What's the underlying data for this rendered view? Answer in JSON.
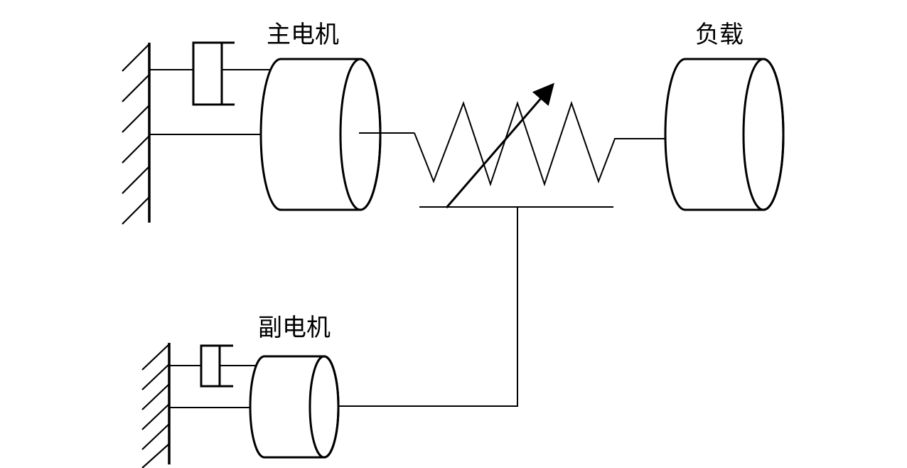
{
  "labels": {
    "main_motor": "主电机",
    "secondary_motor": "副电机",
    "load": "负载"
  }
}
